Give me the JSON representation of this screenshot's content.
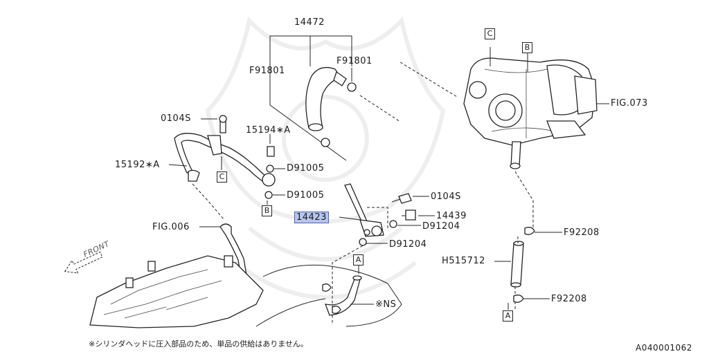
{
  "labels": {
    "p14472": "14472",
    "f91801_left": "F91801",
    "f91801_right": "F91801",
    "p0104s_top": "0104S",
    "p15194a": "15194∗A",
    "d91005_top": "D91005",
    "p15192a": "15192∗A",
    "d91005_bot": "D91005",
    "p0104s_mid": "0104S",
    "p14439": "14439",
    "p14423": "14423",
    "d91204_right": "D91204",
    "d91204_bot": "D91204",
    "fig006": "FIG.006",
    "fig073": "FIG.073",
    "f92208_top": "F92208",
    "h515712": "H515712",
    "f92208_bot": "F92208",
    "ns": "※NS",
    "front": "FRONT"
  },
  "refs": {
    "c_turbo": "C",
    "b_turbo": "B",
    "c_left": "C",
    "b_left": "B",
    "a_mid": "A",
    "a_right": "A"
  },
  "footer": {
    "note": "※シリンダヘッドに圧入部品のため、単品の供給はありません。",
    "code": "A040001062"
  }
}
